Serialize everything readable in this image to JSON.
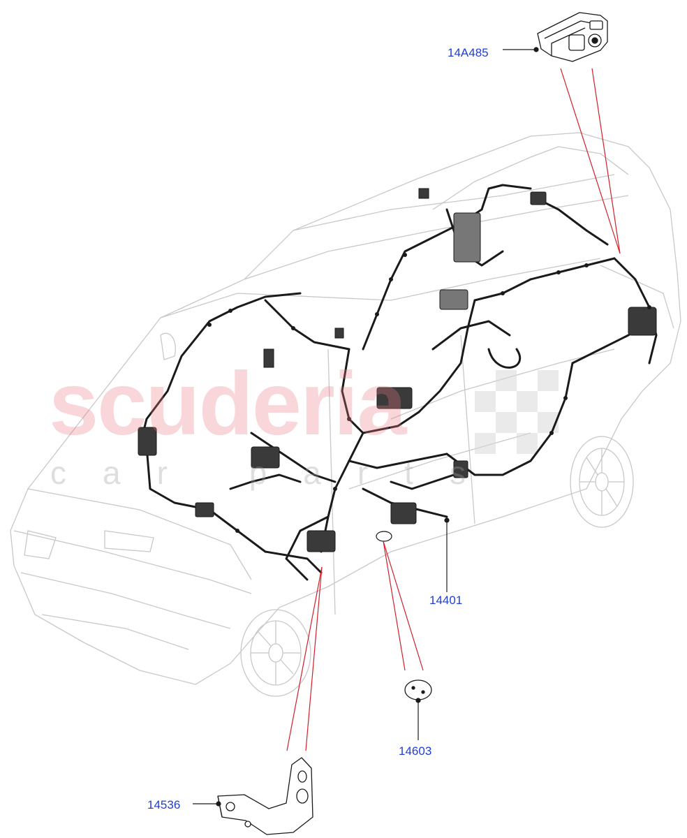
{
  "watermark": {
    "brand": "scuderia",
    "sub": "car parts"
  },
  "callouts": [
    {
      "id": "14A485",
      "label": "14A485"
    },
    {
      "id": "14401",
      "label": "14401"
    },
    {
      "id": "14603",
      "label": "14603"
    },
    {
      "id": "14536",
      "label": "14536"
    }
  ],
  "colors": {
    "label": "#1e3fd0",
    "leader": "#d21f2a",
    "wire": "#1a1a1a",
    "body": "#c8c8c8"
  }
}
